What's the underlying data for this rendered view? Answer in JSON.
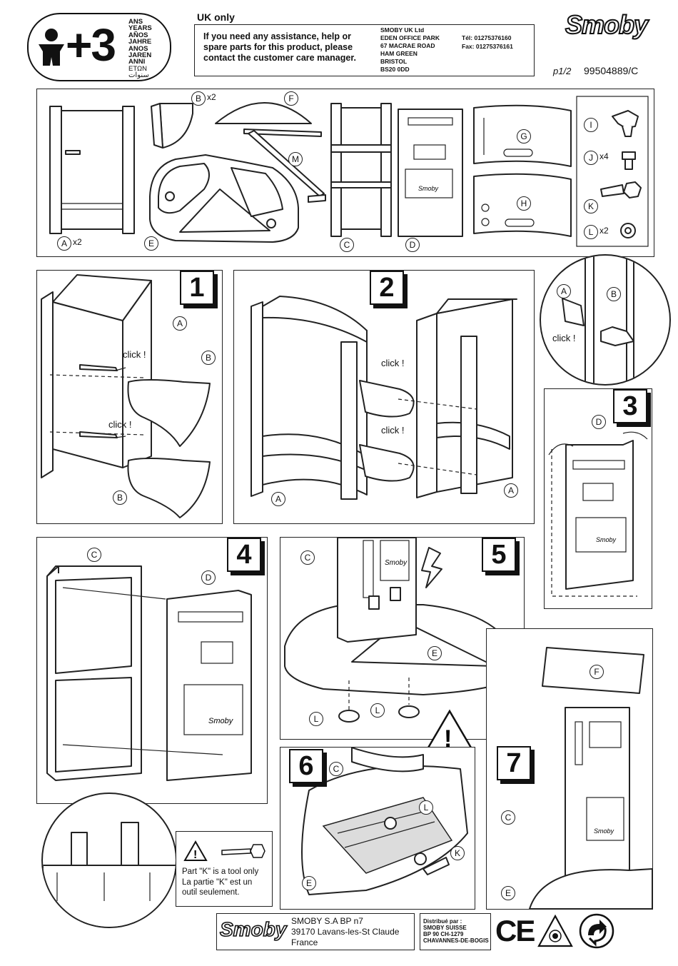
{
  "header": {
    "age": "+3",
    "age_words": [
      "ANS",
      "YEARS",
      "AÑOS",
      "JAHRE",
      "ANOS",
      "JAREN",
      "ANNI",
      "ΕΤΩΝ",
      "سنوات"
    ],
    "uk_only": "UK only",
    "assistance": "If you need any assistance, help or spare parts for this product, please contact the customer care manager.",
    "address": [
      "SMOBY UK Ltd",
      "EDEN OFFICE PARK",
      "67 MACRAE ROAD",
      "HAM GREEN",
      "BRISTOL",
      "BS20 0DD"
    ],
    "tel": "Tél: 01275376160",
    "fax": "Fax: 01275376161",
    "brand": "Smoby",
    "page": "p1/2",
    "ref": "99504889/C"
  },
  "parts": {
    "A": {
      "letter": "A",
      "qty": "x2"
    },
    "B": {
      "letter": "B",
      "qty": "x2"
    },
    "C": {
      "letter": "C"
    },
    "D": {
      "letter": "D"
    },
    "E": {
      "letter": "E"
    },
    "F": {
      "letter": "F"
    },
    "G": {
      "letter": "G"
    },
    "H": {
      "letter": "H"
    },
    "I": {
      "letter": "I"
    },
    "J": {
      "letter": "J",
      "qty": "x4"
    },
    "K": {
      "letter": "K"
    },
    "L": {
      "letter": "L",
      "qty": "x2"
    },
    "M": {
      "letter": "M"
    }
  },
  "steps": [
    "1",
    "2",
    "3",
    "4",
    "5",
    "6",
    "7"
  ],
  "click_text": "click !",
  "panel_logo": "Smoby",
  "tool_note": {
    "en": "Part \"K\" is a tool only",
    "fr": "La partie \"K\" est un outil seulement."
  },
  "footer": {
    "brand": "Smoby",
    "company": "SMOBY S.A   BP n7",
    "city": "39170 Lavans-les-St Claude",
    "country": "France",
    "distrib": [
      "Distribué par :",
      "SMOBY SUISSE",
      "BP 90  CH-1279",
      "CHAVANNES-DE-BOGIS"
    ],
    "ce": "CE"
  }
}
